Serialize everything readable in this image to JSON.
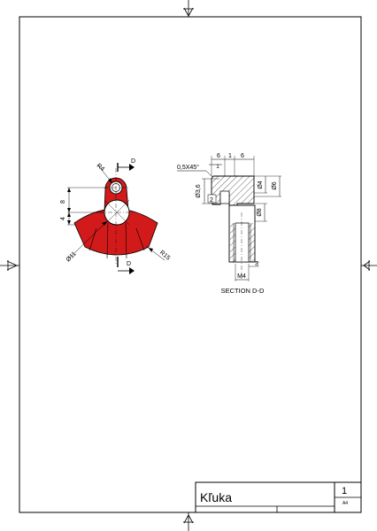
{
  "title_block": {
    "part_name": "Kľuka",
    "sheet_number": "1",
    "sheet_format": "A4"
  },
  "views": {
    "front": {
      "section_marker_top": "D",
      "section_marker_bottom": "D",
      "radius_top": "R4",
      "height_upper": "8",
      "height_lower": "4",
      "diameter_hole": "Ø11",
      "radius_segment": "R15"
    },
    "section": {
      "chamfer": "0,5X45°",
      "width_left": "6",
      "width_mid": "1",
      "width_right": "6",
      "step_offset": "1",
      "diameter_left": "Ø3,6",
      "depth_small": "2",
      "diameter_head": "Ø4",
      "diameter_outer": "Ø6",
      "diameter_shaft": "Ø8",
      "thread_end": "3",
      "thread": "M4",
      "label": "SECTION D-D"
    }
  },
  "colors": {
    "section_fill": "#d21a1a",
    "line": "#000000"
  }
}
